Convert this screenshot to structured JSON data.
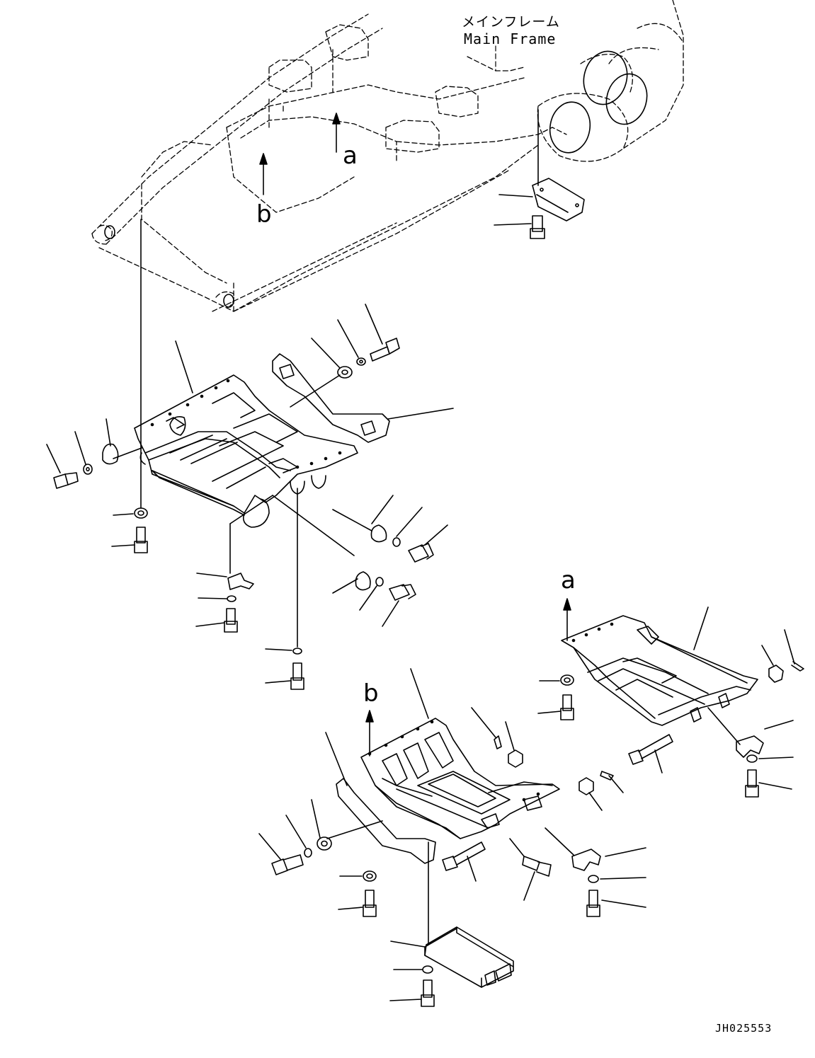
{
  "frame_label_jp": "メインフレーム",
  "frame_label_en": "Main Frame",
  "ref_a": "a",
  "ref_b": "b",
  "ref_a_lower": "a",
  "ref_b_lower": "b",
  "document_code": "JH025553",
  "colors": {
    "line": "#000000",
    "background": "#ffffff"
  }
}
